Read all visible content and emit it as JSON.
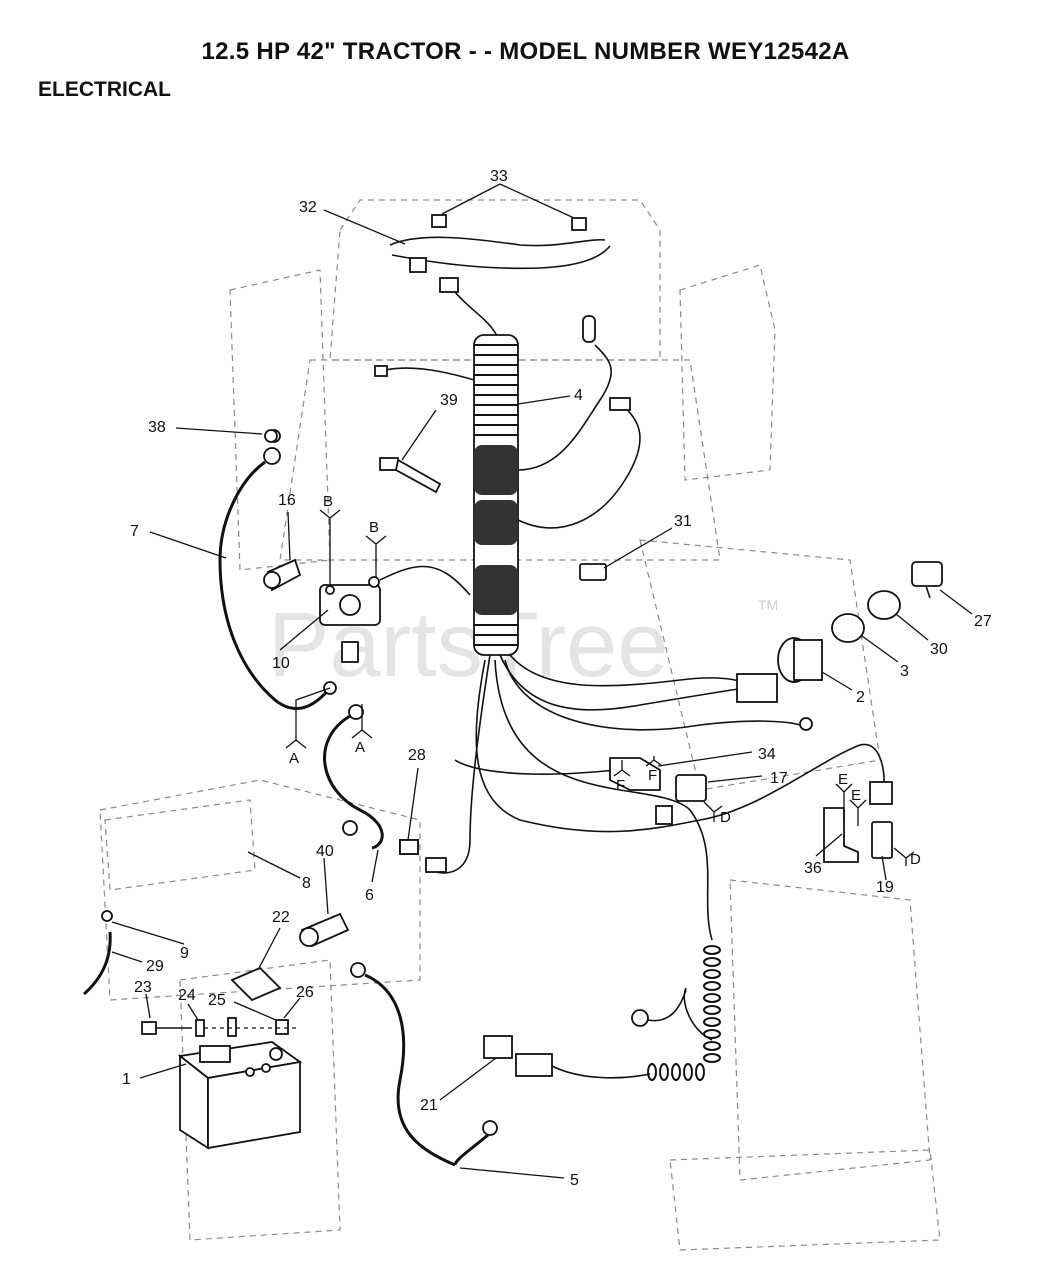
{
  "header": {
    "title": "12.5 HP 42\"  TRACTOR - - MODEL NUMBER WEY12542A",
    "section": "ELECTRICAL"
  },
  "watermark": {
    "text": "PartsTree",
    "trademark": "TM"
  },
  "callouts": [
    "33",
    "32",
    "4",
    "39",
    "38",
    "7",
    "16",
    "10",
    "31",
    "27",
    "30",
    "3",
    "2",
    "34",
    "17",
    "28",
    "40",
    "8",
    "6",
    "36",
    "19",
    "22",
    "9",
    "29",
    "23",
    "24",
    "25",
    "26",
    "1",
    "21",
    "5"
  ],
  "ref_letters": {
    "a": "A",
    "b": "B",
    "d": "D",
    "e": "E",
    "f": "F"
  },
  "colors": {
    "ink": "#111111",
    "ghost_outline": "#8a8a8a",
    "watermark": "#cfcfcf"
  }
}
